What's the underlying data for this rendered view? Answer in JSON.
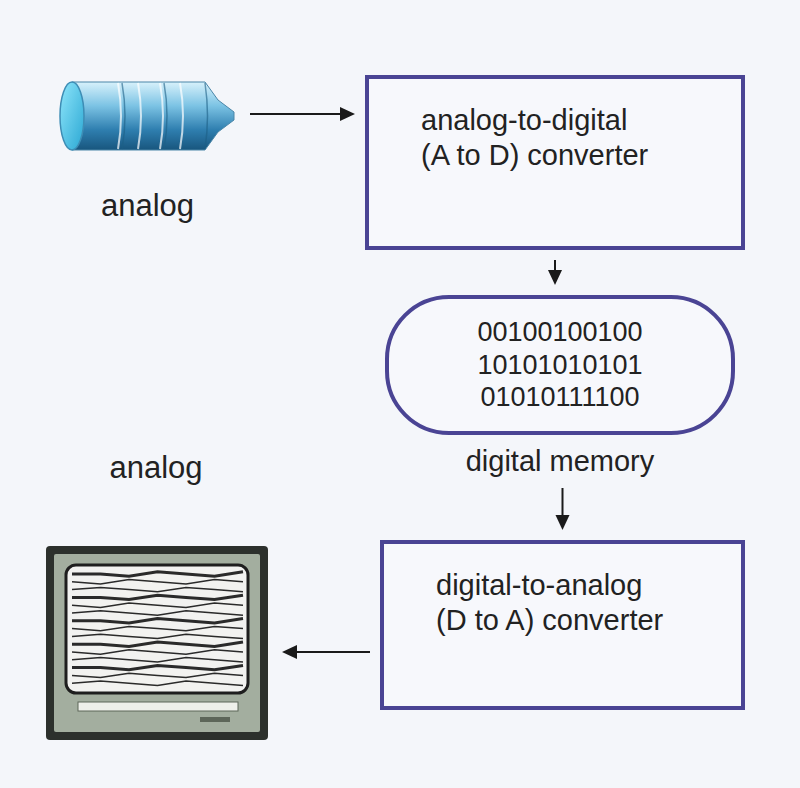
{
  "diagram": {
    "nodes": [
      {
        "text": [
          "analog"
        ]
      },
      {
        "text": [
          "analog-to-digital (A to D) converter"
        ]
      },
      {
        "text": [
          "00100100100 10101010101 01010111100",
          "digital memory"
        ]
      },
      {
        "text": [
          "digital-to-analog (D to A) converter"
        ]
      },
      {
        "text": [
          "analog"
        ]
      }
    ],
    "edges": [
      {
        "from": 0,
        "to": 1,
        "arrow": "to"
      },
      {
        "from": 1,
        "to": 2,
        "arrow": "to"
      },
      {
        "from": 2,
        "to": 3,
        "arrow": "to"
      },
      {
        "from": 3,
        "to": 4,
        "arrow": "to"
      }
    ]
  }
}
